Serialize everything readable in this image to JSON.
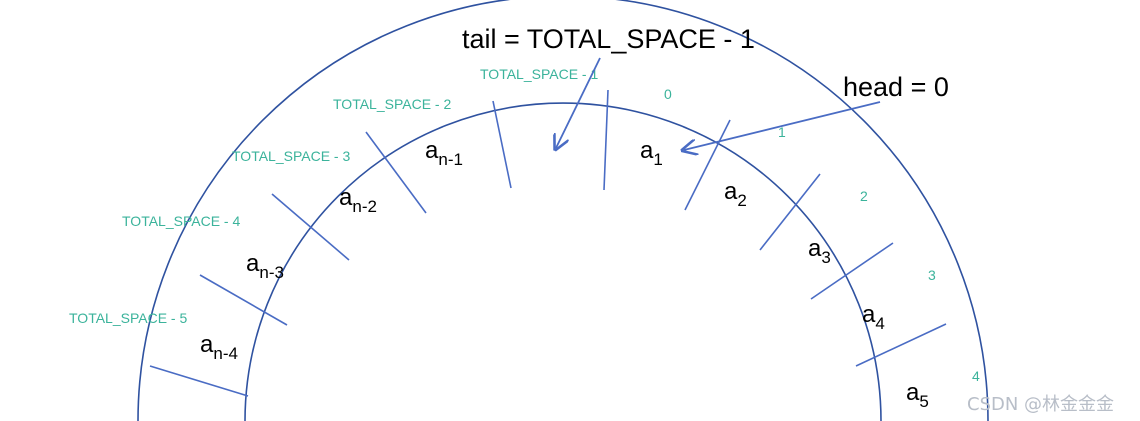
{
  "labels": {
    "tail": "tail = TOTAL_SPACE - 1",
    "head": "head = 0",
    "watermark": "CSDN @林金金金"
  },
  "slots": [
    {
      "base": "a",
      "sub": "n-4"
    },
    {
      "base": "a",
      "sub": "n-3"
    },
    {
      "base": "a",
      "sub": "n-2"
    },
    {
      "base": "a",
      "sub": "n-1"
    },
    {
      "base": "",
      "sub": ""
    },
    {
      "base": "a",
      "sub": "1"
    },
    {
      "base": "a",
      "sub": "2"
    },
    {
      "base": "a",
      "sub": "3"
    },
    {
      "base": "a",
      "sub": "4"
    },
    {
      "base": "a",
      "sub": "5"
    }
  ],
  "left_indices": [
    "TOTAL_SPACE - 5",
    "TOTAL_SPACE - 4",
    "TOTAL_SPACE - 3",
    "TOTAL_SPACE - 2",
    "TOTAL_SPACE - 1"
  ],
  "right_indices": [
    "0",
    "1",
    "2",
    "3",
    "4"
  ],
  "colors": {
    "ring": "#2f52a0",
    "divider": "#4a6cc4",
    "index_text": "#3bb39b",
    "arrow": "#4a6cc4"
  }
}
